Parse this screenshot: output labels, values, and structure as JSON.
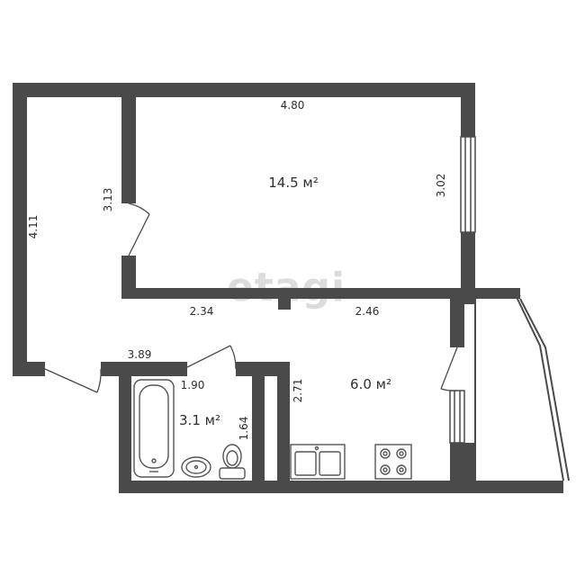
{
  "watermark": "etagi",
  "colors": {
    "wall": "#4a4a4a",
    "fixture": "#555555",
    "text": "#2e2e2e",
    "watermark": "#dcdcdc"
  },
  "rooms": {
    "room": {
      "area": "14.5 м²"
    },
    "kitchen": {
      "area": "6.0 м²"
    },
    "bathroom": {
      "area": "3.1 м²"
    }
  },
  "dimensions": {
    "room_top": "4.80",
    "room_right": "3.02",
    "room_left": "3.13",
    "hall_left": "4.11",
    "corridor_left": "2.34",
    "corridor_right": "2.46",
    "hall_bottom": "3.89",
    "bath_width": "1.90",
    "bath_height": "1.64",
    "kitchen_left": "2.71"
  },
  "fixtures": [
    "bathtub",
    "washbasin",
    "toilet",
    "kitchen-sink",
    "stove"
  ]
}
